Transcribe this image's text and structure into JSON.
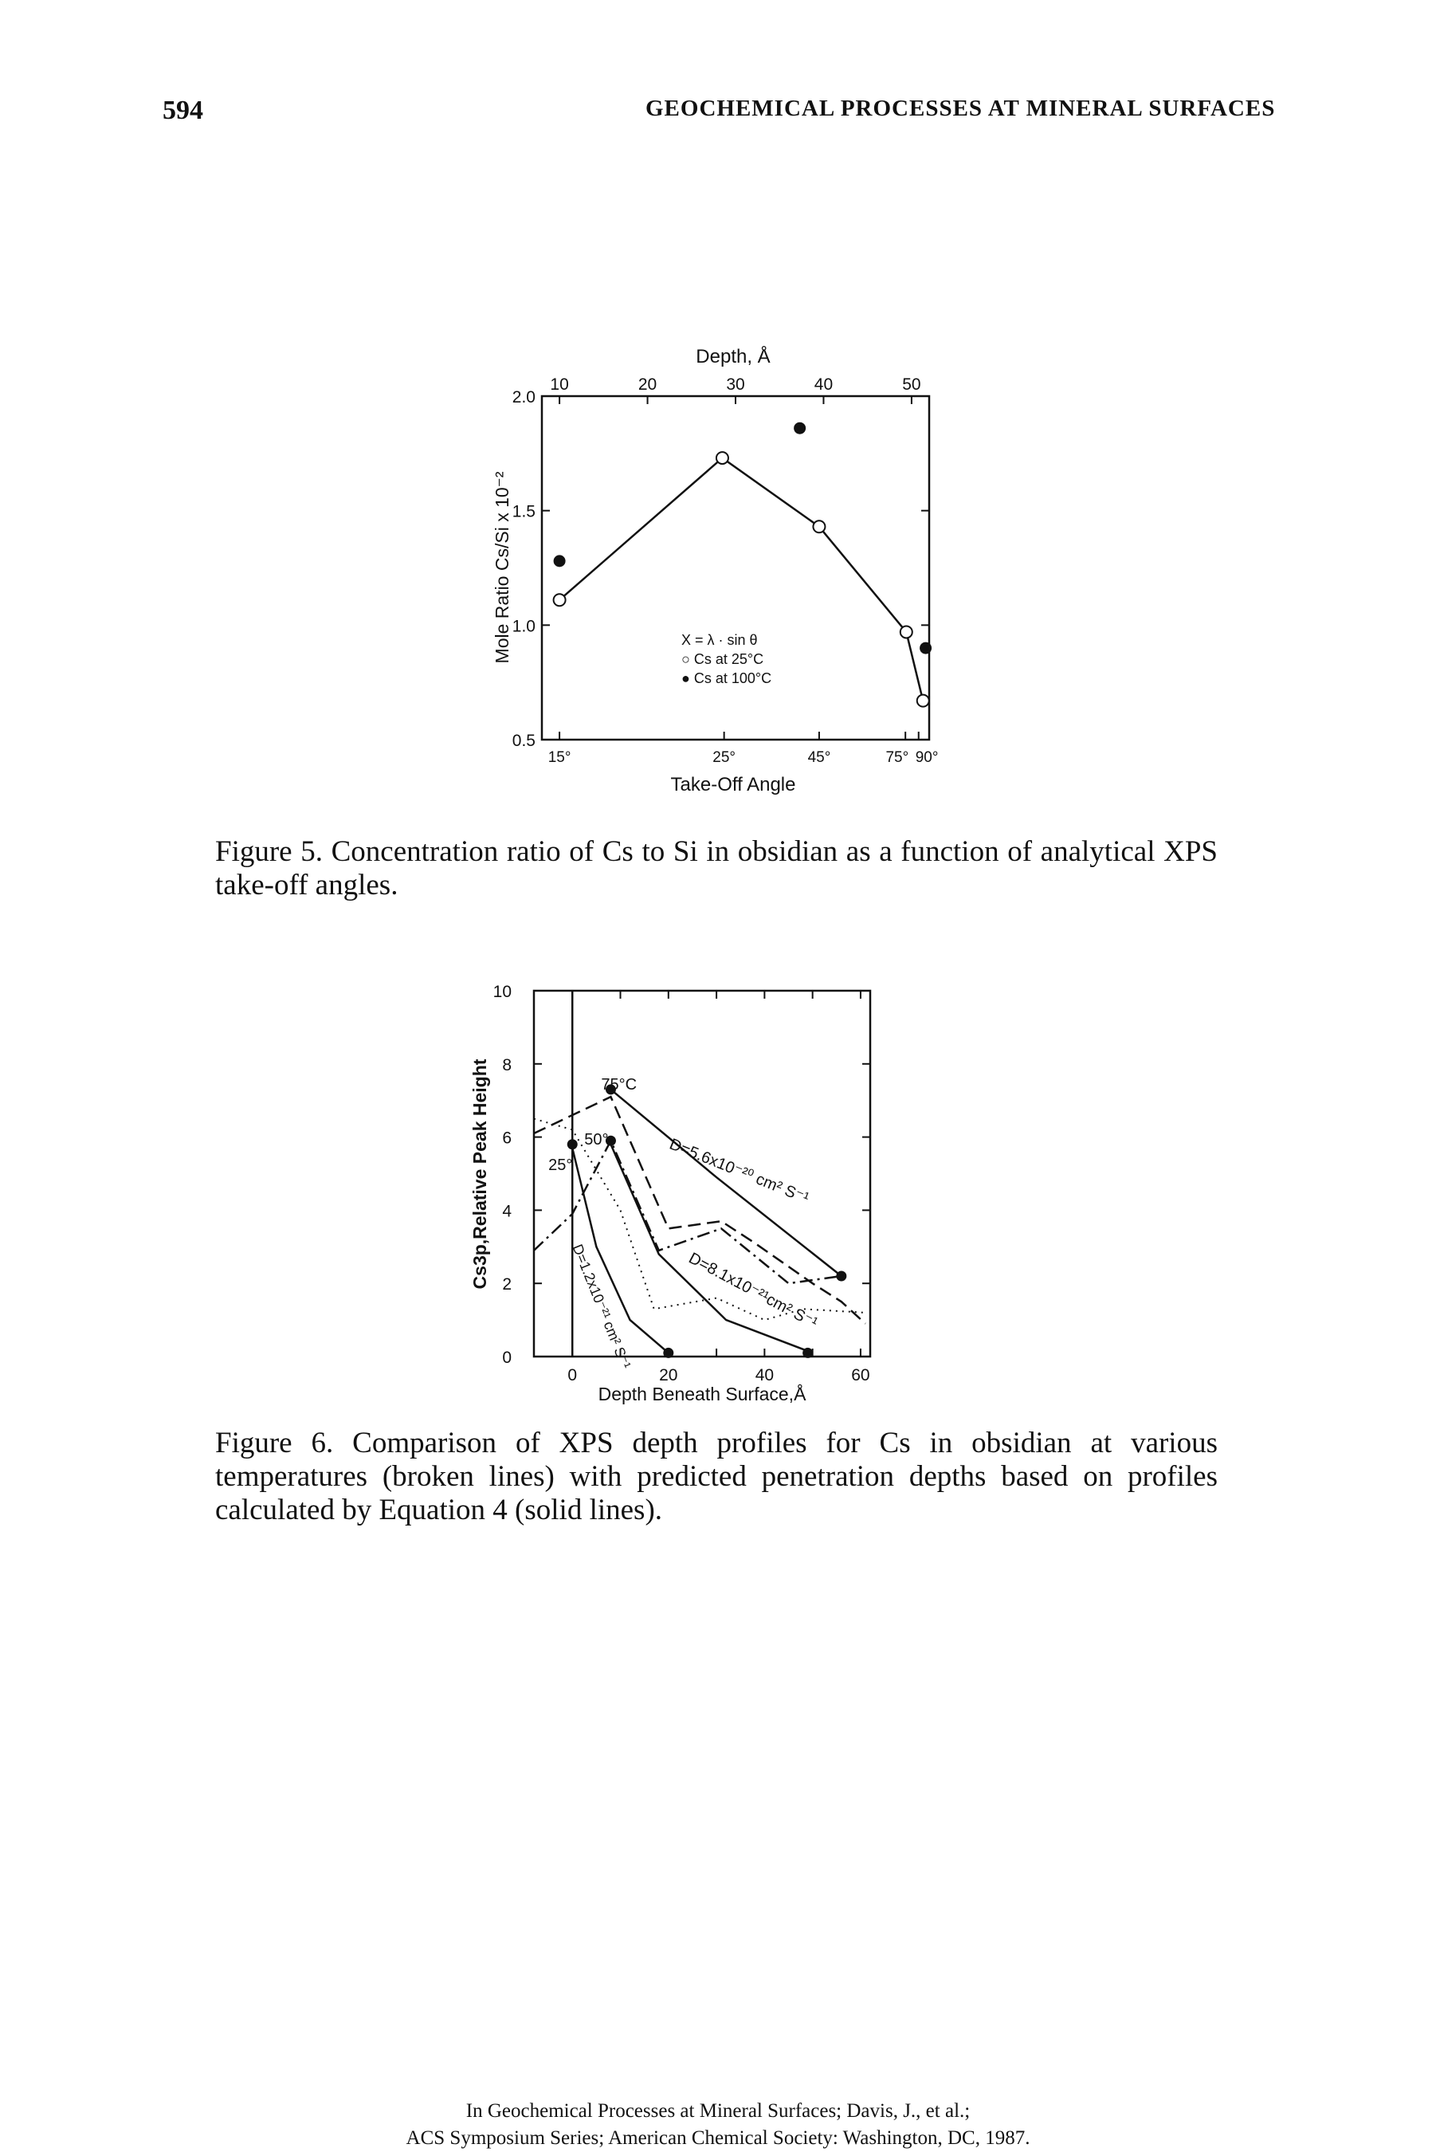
{
  "header": {
    "page_number": "594",
    "running_title": "GEOCHEMICAL PROCESSES AT MINERAL SURFACES"
  },
  "figure5": {
    "caption": "Figure 5. Concentration ratio of Cs to Si in obsidian as a function of analytical XPS take-off angles.",
    "chart_data": {
      "type": "scatter",
      "xlabel": "Take-Off Angle",
      "x2label": "Depth, Å",
      "ylabel": "Mole Ratio Cs/Si x 10⁻²",
      "ylim": [
        0.5,
        2.0
      ],
      "xlim": [
        8,
        52
      ],
      "top_ticks": [
        "10",
        "20",
        "30",
        "40",
        "50"
      ],
      "top_tick_values": [
        10,
        20,
        30,
        40,
        50
      ],
      "y_ticks": [
        "0.5",
        "1.0",
        "1.5",
        "2.0"
      ],
      "y_tick_values": [
        0.5,
        1.0,
        1.5,
        2.0
      ],
      "bottom_ticks": [
        "15°",
        "25°",
        "45°",
        "75°",
        "90°"
      ],
      "bottom_tick_values": [
        10,
        28.7,
        39.5,
        49.3,
        50.8
      ],
      "legend": [
        "X = λ · sin θ",
        "○ Cs at 25°C",
        "● Cs at 100°C"
      ],
      "series": [
        {
          "name": "Cs at 25°C",
          "marker": "open",
          "connected": true,
          "x": [
            10,
            28.5,
            39.5,
            49.4,
            51.3
          ],
          "y": [
            1.11,
            1.73,
            1.43,
            0.97,
            0.67
          ]
        },
        {
          "name": "Cs at 100°C",
          "marker": "filled",
          "connected": false,
          "x": [
            10,
            37.3,
            51.6
          ],
          "y": [
            1.28,
            1.86,
            0.9
          ]
        }
      ]
    }
  },
  "figure6": {
    "caption": "Figure 6. Comparison of XPS depth profiles for Cs in obsidian at various temperatures (broken lines) with predicted penetration depths based on profiles calculated by Equation 4 (solid lines).",
    "chart_data": {
      "type": "line",
      "xlabel": "Depth Beneath Surface,Å",
      "ylabel": "Cs3p,Relative Peak Height",
      "xlim": [
        -8,
        62
      ],
      "ylim": [
        0,
        10
      ],
      "x_ticks": [
        "0",
        "20",
        "40",
        "60"
      ],
      "x_tick_values": [
        0,
        20,
        40,
        60
      ],
      "y_ticks": [
        "0",
        "2",
        "4",
        "6",
        "8",
        "10"
      ],
      "y_tick_values": [
        0,
        2,
        4,
        6,
        8,
        10
      ],
      "annotations": [
        {
          "text": "75°C",
          "x": 6,
          "y": 7.3
        },
        {
          "text": "50°",
          "x": 2.5,
          "y": 5.8
        },
        {
          "text": "25°",
          "x": -5,
          "y": 5.1
        },
        {
          "text": "D=5.6x10⁻²⁰ cm² S⁻¹",
          "x": 20,
          "y": 5.7
        },
        {
          "text": "D=8.1x10⁻²¹cm² S⁻¹",
          "x": 24,
          "y": 2.6
        },
        {
          "text": "D=1.2x10⁻²¹ cm² S⁻¹",
          "x": 0,
          "y": 3.0
        }
      ],
      "series": [
        {
          "name": "75°C",
          "style": "dashed-long",
          "x": [
            -8,
            8,
            20,
            31,
            38,
            50,
            56,
            61
          ],
          "y": [
            6.1,
            7.1,
            3.5,
            3.7,
            3.1,
            2.0,
            1.5,
            0.9
          ]
        },
        {
          "name": "50°C",
          "style": "dash-dot",
          "x": [
            -8,
            0,
            8,
            18,
            31,
            45,
            56
          ],
          "y": [
            2.9,
            3.9,
            5.9,
            2.9,
            3.5,
            2.0,
            2.2
          ]
        },
        {
          "name": "25°C",
          "style": "dotted",
          "x": [
            -8,
            0,
            10,
            17,
            30,
            40,
            48,
            61
          ],
          "y": [
            6.5,
            6.2,
            4.0,
            1.3,
            1.6,
            1.0,
            1.3,
            1.2
          ]
        },
        {
          "name": "D=5.6x10⁻²⁰ cm² S⁻¹",
          "style": "solid",
          "x": [
            8,
            30,
            56
          ],
          "y": [
            7.3,
            4.9,
            2.2
          ]
        },
        {
          "name": "D=8.1x10⁻²¹cm² S⁻¹",
          "style": "solid",
          "x": [
            8,
            18,
            32,
            50
          ],
          "y": [
            5.8,
            2.8,
            1.0,
            0.1
          ]
        },
        {
          "name": "D=1.2x10⁻²¹ cm² S⁻¹",
          "style": "solid",
          "x": [
            0,
            5,
            12,
            20
          ],
          "y": [
            5.7,
            3.0,
            1.0,
            0.1
          ]
        }
      ],
      "points": {
        "x": [
          0,
          8,
          8,
          20,
          49,
          56
        ],
        "y": [
          5.8,
          7.3,
          5.9,
          0.1,
          0.1,
          2.2
        ]
      }
    }
  },
  "footer": {
    "line1": "In Geochemical Processes at Mineral Surfaces; Davis, J., et al.;",
    "line2": "ACS Symposium Series; American Chemical Society: Washington, DC, 1987."
  }
}
